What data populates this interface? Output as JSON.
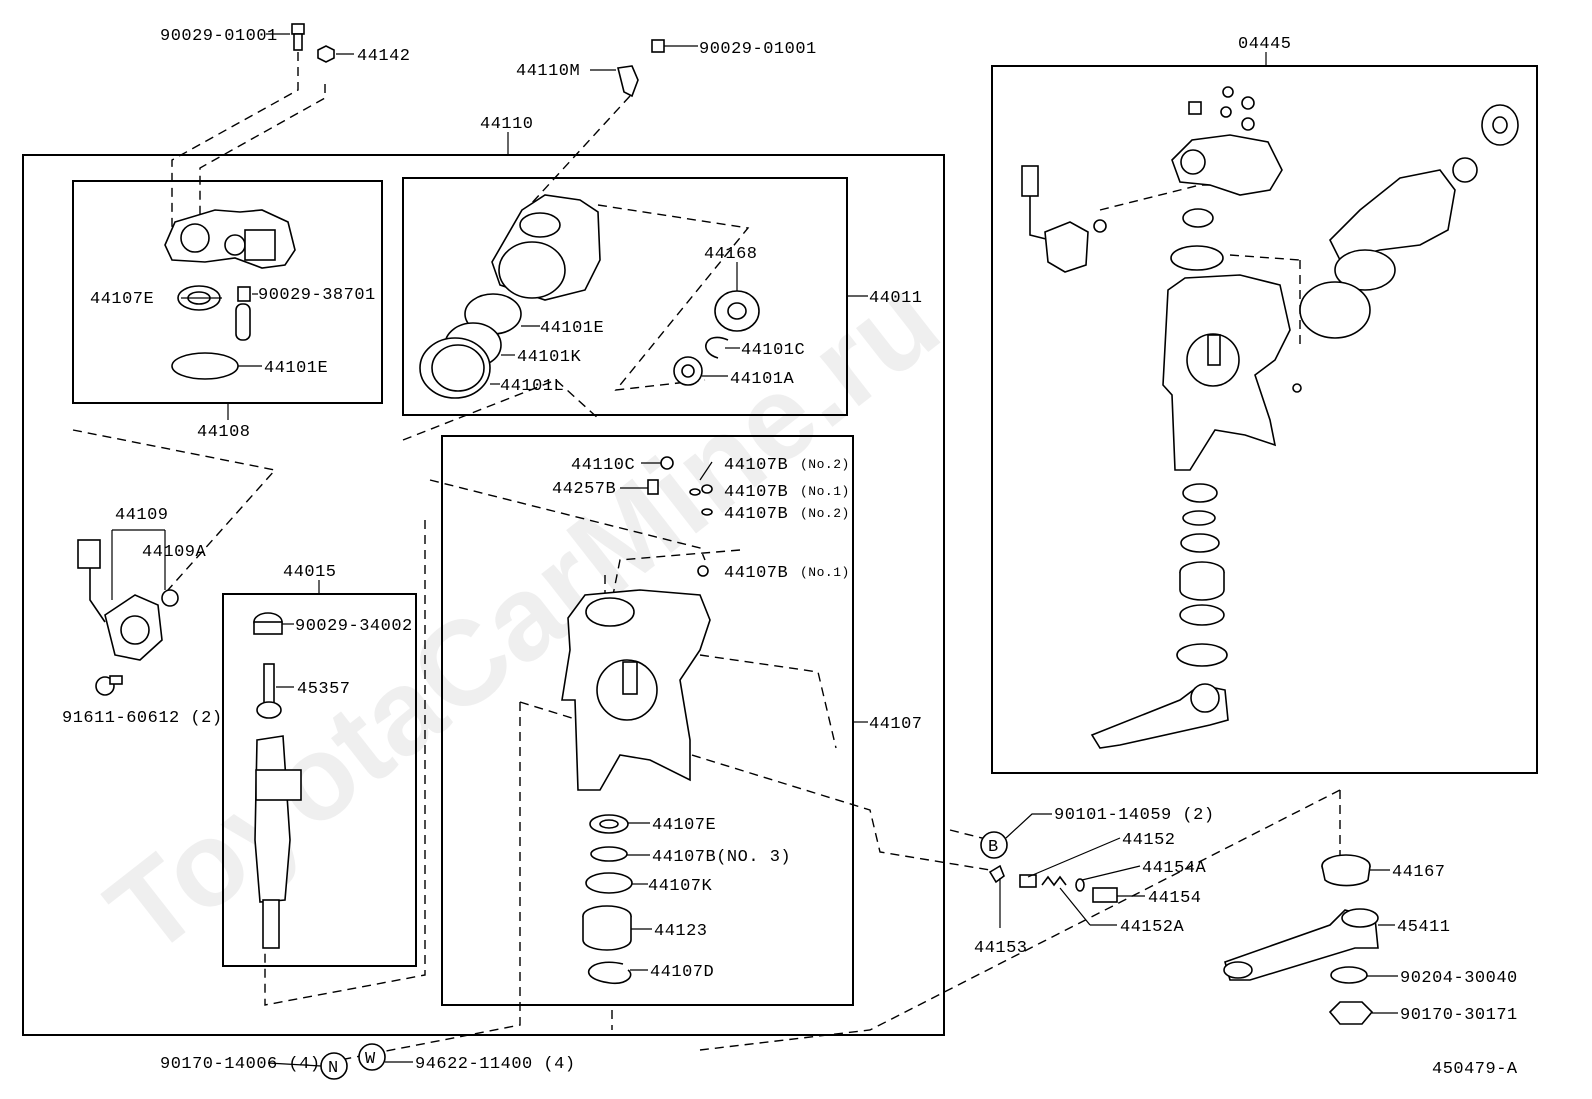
{
  "watermark": "ToyotaCarMine.ru",
  "diagram_id": "450479-A",
  "labels": {
    "p90029_01001_a": "90029-01001",
    "p44142": "44142",
    "p44110M": "44110M",
    "p90029_01001_b": "90029-01001",
    "p44110": "44110",
    "p04445": "04445",
    "p44107E_a": "44107E",
    "p90029_38701": "90029-38701",
    "p44101E_a": "44101E",
    "p44108": "44108",
    "p44168": "44168",
    "p44011": "44011",
    "p44101E_b": "44101E",
    "p44101K": "44101K",
    "p44101C": "44101C",
    "p44101L": "44101L",
    "p44101A": "44101A",
    "p44110C": "44110C",
    "p44107B_1": "44107B",
    "p44107B_1n": "(No.2)",
    "p44257B": "44257B",
    "p44107B_2": "44107B",
    "p44107B_2n": "(No.1)",
    "p44107B_3": "44107B",
    "p44107B_3n": "(No.2)",
    "p44107B_4": "44107B",
    "p44107B_4n": "(No.1)",
    "p44109": "44109",
    "p44109A": "44109A",
    "p44015": "44015",
    "p90029_34002": "90029-34002",
    "p45357": "45357",
    "p91611": "91611-60612 (2)",
    "p44107": "44107",
    "p44107E_b": "44107E",
    "p44107B_no3": "44107B(NO. 3)",
    "p44107K": "44107K",
    "p44123": "44123",
    "p44107D": "44107D",
    "p90101": "90101-14059 (2)",
    "p44152": "44152",
    "p44154A": "44154A",
    "p44154": "44154",
    "p44152A": "44152A",
    "p44153": "44153",
    "p44167": "44167",
    "p45411": "45411",
    "p90204": "90204-30040",
    "p90170_30171": "90170-30171",
    "p90170_14006": "90170-14006 (4)",
    "p94622": "94622-11400 (4)",
    "sym_B": "B",
    "sym_N": "N",
    "sym_W": "W"
  }
}
